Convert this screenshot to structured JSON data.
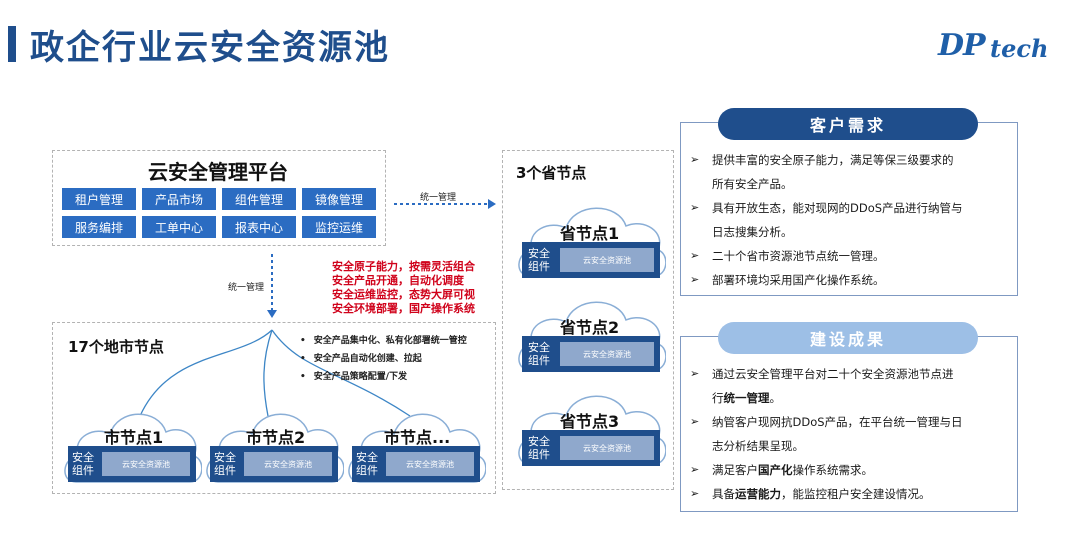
{
  "header": {
    "title": "政企行业云安全资源池",
    "logo_dp": "DP",
    "logo_tech": "tech"
  },
  "platform": {
    "title": "云安全管理平台",
    "modules": [
      "租户管理",
      "产品市场",
      "组件管理",
      "镜像管理",
      "服务编排",
      "工单中心",
      "报表中心",
      "监控运维"
    ]
  },
  "connectors": {
    "right_label": "统一管理",
    "down_label": "统一管理"
  },
  "capabilities": [
    "安全原子能力，按需灵活组合",
    "安全产品开通，自动化调度",
    "安全运维监控，态势大屏可视",
    "安全环境部署，国产操作系统"
  ],
  "city": {
    "label": "17个地市节点",
    "bullets": [
      "安全产品集中化、私有化部署统一管控",
      "安全产品自动化创建、拉起",
      "安全产品策略配置/下发"
    ],
    "nodes": [
      {
        "name": "市节点1",
        "component": "安全\n组件",
        "pool": "云安全资源池"
      },
      {
        "name": "市节点2",
        "component": "安全\n组件",
        "pool": "云安全资源池"
      },
      {
        "name": "市节点...",
        "component": "安全\n组件",
        "pool": "云安全资源池"
      }
    ]
  },
  "province": {
    "label": "3个省节点",
    "nodes": [
      {
        "name": "省节点1",
        "component": "安全\n组件",
        "pool": "云安全资源池"
      },
      {
        "name": "省节点2",
        "component": "安全\n组件",
        "pool": "云安全资源池"
      },
      {
        "name": "省节点3",
        "component": "安全\n组件",
        "pool": "云安全资源池"
      }
    ]
  },
  "demand": {
    "title": "客户需求",
    "items": [
      [
        "提供丰富的安全原子能力，满足等保三级要求的",
        "所有安全产品。"
      ],
      [
        "具有开放生态，能对现网的DDoS产品进行纳管与",
        "日志搜集分析。"
      ],
      [
        "二十个省市资源池节点统一管理。"
      ],
      [
        "部署环境均采用国产化操作系统。"
      ]
    ]
  },
  "results": {
    "title": "建设成果",
    "item1": {
      "line1": "通过云安全管理平台对二十个安全资源池节点进",
      "line2_pre": "行",
      "line2_bold": "统一管理",
      "line2_post": "。"
    },
    "item2": {
      "line1": "纳管客户现网抗DDoS产品，在平台统一管理与日",
      "line2": "志分析结果呈现。"
    },
    "item3": {
      "pre": "满足客户",
      "bold": "国产化",
      "post": "操作系统需求。"
    },
    "item4": {
      "pre": "具备",
      "bold": "运营能力",
      "post": "，能监控租户安全建设情况。"
    }
  },
  "colors": {
    "brand_blue": "#1f4e8c",
    "module_blue": "#2b6cc2",
    "highlight_red": "#d0021b",
    "panel_head_dark": "#1f4e8c",
    "panel_head_light": "#9dbfe6"
  }
}
